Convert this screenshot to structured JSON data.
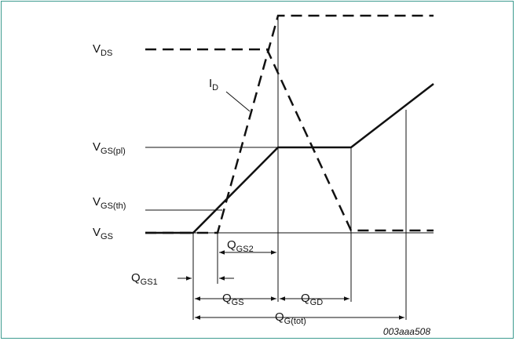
{
  "labels": {
    "vds": {
      "main": "V",
      "sub": "DS"
    },
    "id": {
      "main": "I",
      "sub": "D"
    },
    "vgspl": {
      "main": "V",
      "sub": "GS(pl)"
    },
    "vgsth": {
      "main": "V",
      "sub": "GS(th)"
    },
    "vgs": {
      "main": "V",
      "sub": "GS"
    },
    "qgs2": {
      "main": "Q",
      "sub": "GS2"
    },
    "qgs1": {
      "main": "Q",
      "sub": "GS1"
    },
    "qgs": {
      "main": "Q",
      "sub": "GS"
    },
    "qgd": {
      "main": "Q",
      "sub": "GD"
    },
    "qgtot": {
      "main": "Q",
      "sub": "G(tot)"
    }
  },
  "figure_code": "003aaa508",
  "colors": {
    "frame": "#3d9b8f",
    "ink": "#111111"
  }
}
